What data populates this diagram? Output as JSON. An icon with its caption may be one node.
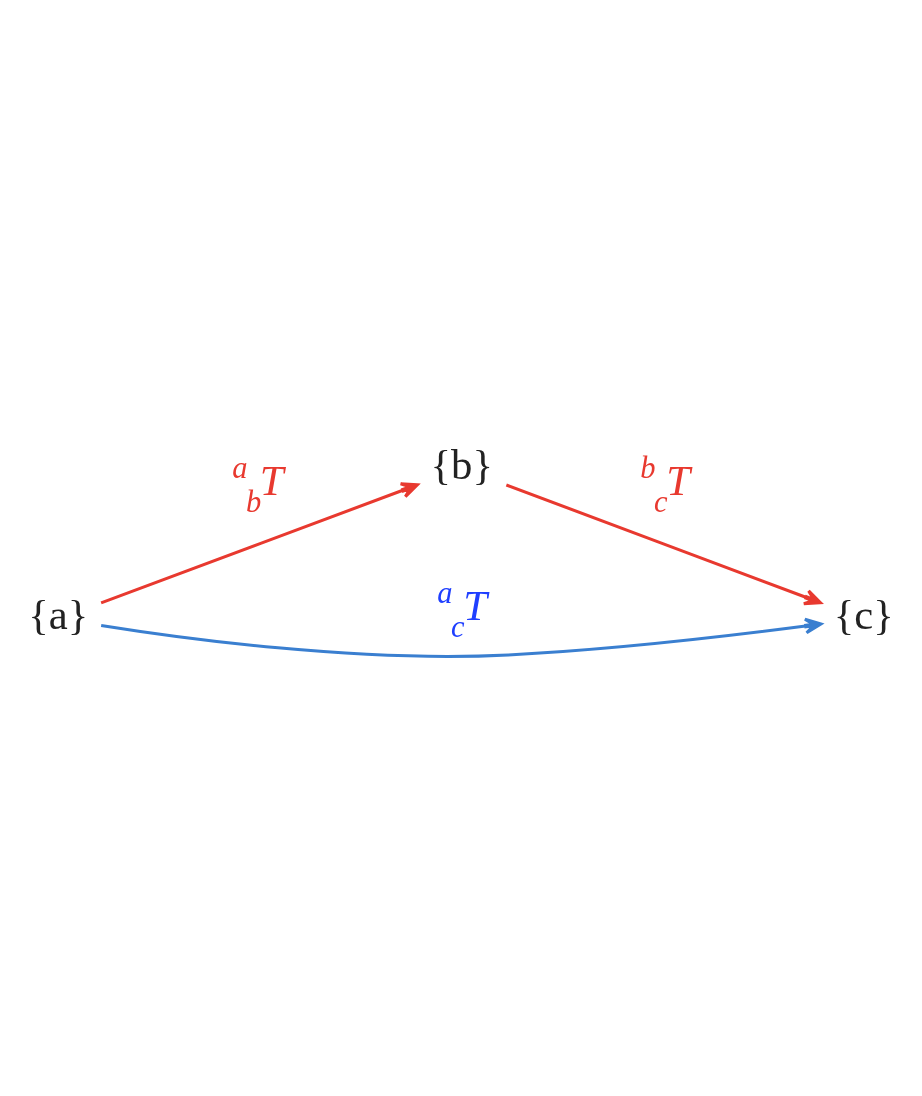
{
  "diagram": {
    "nodes": [
      {
        "text": [
          "{a}"
        ]
      },
      {
        "text": [
          "{b}"
        ]
      },
      {
        "text": [
          "{c}"
        ]
      }
    ],
    "edges": [
      {
        "from": 0,
        "to": 1,
        "arrow": "to",
        "label": "$^{a}$$_{b}$T"
      },
      {
        "from": 1,
        "to": 2,
        "arrow": "to",
        "label": "$^{b}$$_{c}$T"
      },
      {
        "from": 0,
        "to": 2,
        "arrow": "to",
        "label": "$^{a}$$_{c}$T",
        "color": "#3a7fd0"
      }
    ]
  }
}
